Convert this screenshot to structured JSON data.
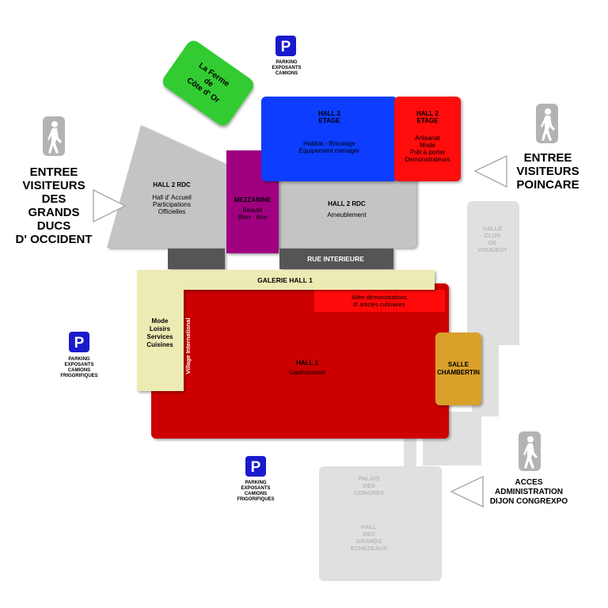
{
  "parking": {
    "symbol": "P",
    "top": [
      "PARKING",
      "EXPOSANTS",
      "CAMIONS"
    ],
    "left": [
      "PARKING",
      "EXPOSANTS",
      "CAMIONS",
      "FRIGORIFIQUES"
    ],
    "bottom": [
      "PARKING",
      "EXPOSANTS",
      "CAMIONS",
      "FRIGORIFIQUES"
    ]
  },
  "ferme": [
    "La Ferme",
    "de",
    "Côte d' Or"
  ],
  "hall2_etage_blue": {
    "title": [
      "HALL 2",
      "ETAGE"
    ],
    "desc": [
      "Habitat - Bricolage",
      "Equipement ménager"
    ]
  },
  "hall2_etage_red": {
    "title": [
      "HALL 2",
      "ETAGE"
    ],
    "desc": [
      "Artisanat",
      "Mode",
      "Prêt à porter",
      "Demonstrateurs"
    ]
  },
  "hall2_rdc_left": {
    "title": "HALL 2 RDC",
    "desc": [
      "Hall d' Accueil",
      "Participations",
      "Officielles"
    ]
  },
  "mezzanine": {
    "title": "MEZZANINE",
    "desc": [
      "Beauté",
      "Bien - être"
    ]
  },
  "hall2_rdc_right": {
    "title": "HALL 2 RDC",
    "desc": "Ameublement"
  },
  "rue_interieure": "RUE  INTERIEURE",
  "galerie": "GALERIE  HALL 1",
  "mode_loisirs": [
    "Mode",
    "Loisirs",
    "Services",
    "Cuisines"
  ],
  "village": "Village International",
  "allee": [
    "Allée démonstrations",
    "d' articles culinaires"
  ],
  "hall1": {
    "title": "HALL 1",
    "desc": "Gastronomie"
  },
  "salle_chambertin": [
    "SALLE",
    "CHAMBERTIN"
  ],
  "salle_clos": [
    "SALLE",
    "CLOS",
    "DE",
    "VOUGEOT"
  ],
  "palais": [
    "PALAIS",
    "DES",
    "CONGRES"
  ],
  "hall_grands": [
    "HALL",
    "DES",
    "GRANDS",
    "ECHEZEAUX"
  ],
  "entrance_left": [
    "ENTREE",
    "VISITEURS",
    "DES",
    "GRANDS",
    "DUCS",
    "D' OCCIDENT"
  ],
  "entrance_right": [
    "ENTREE",
    "VISITEURS",
    "POINCARE"
  ],
  "entrance_admin": [
    "ACCES",
    "ADMINISTRATION",
    "DIJON CONGREXPO"
  ],
  "colors": {
    "grey_hall": "#c4c4c4",
    "blue": "#0a3cff",
    "red_etage": "#ff0a0a",
    "mezzanine": "#a00080",
    "dark_grey": "#555555",
    "yellow": "#ecebb4",
    "hall1_red": "#cc0000",
    "allee_red": "#ff0a0a",
    "chambertin": "#d9a02a",
    "light_grey": "#e0e0e0",
    "ferme_green": "#33cc33",
    "parking_blue": "#1a1acc"
  }
}
